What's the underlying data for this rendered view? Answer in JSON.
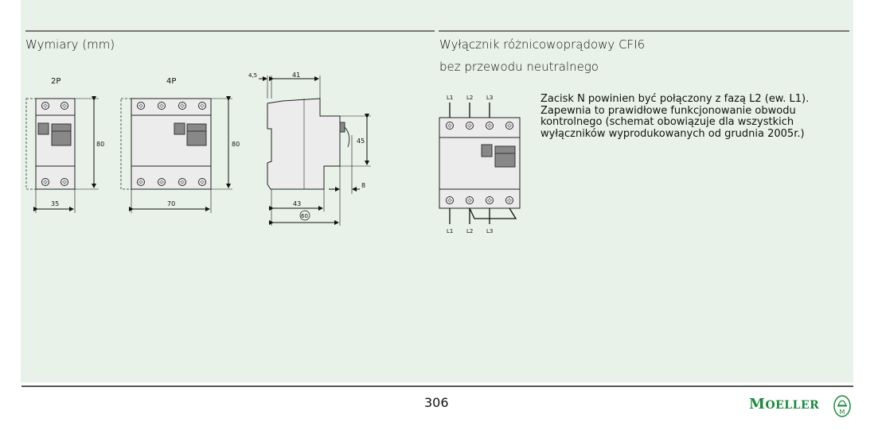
{
  "left": {
    "title": "Wymiary (mm)",
    "labels": {
      "p2": "2P",
      "p4": "4P",
      "h80a": "80",
      "w35": "35",
      "h80b": "80",
      "w70": "70",
      "d45a": "4,5",
      "d41": "41",
      "d45": "45",
      "d8": "8",
      "d43": "43",
      "d60": "60"
    }
  },
  "right": {
    "title_line1": "Wyłącznik różnicowoprądowy CFI6",
    "title_line2": "bez przewodu neutralnego",
    "labels": {
      "t1": "L1",
      "t2": "L2",
      "t3": "L3",
      "b1": "L1",
      "b2": "L2",
      "b3": "L3"
    },
    "description": "Zacisk N powinien być połączony z fazą L2 (ew. L1). Zapewnia to prawidłowe funkcjonowanie obwodu kontrolnego (schemat obowiązuje dla wszystkich wyłączników wyprodukowanych od grudnia 2005r.)"
  },
  "footer": {
    "page_number": "306",
    "logo": "Moeller"
  }
}
